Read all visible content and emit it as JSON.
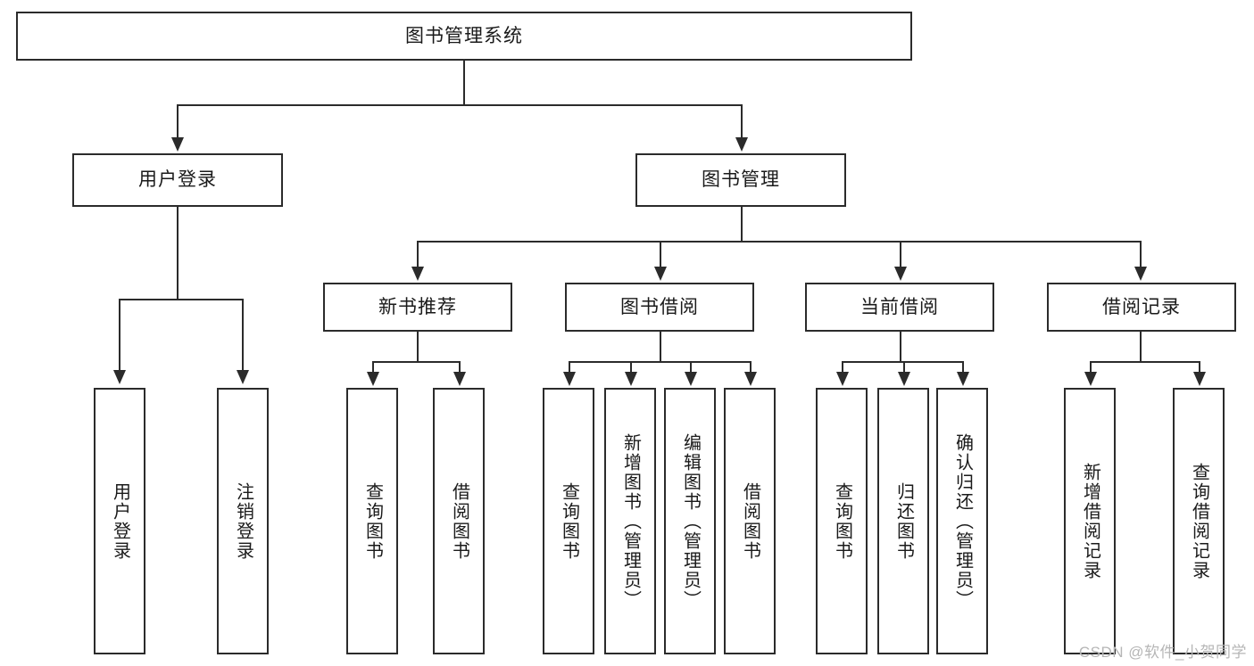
{
  "diagram": {
    "title_node": {
      "label": "图书管理系统"
    },
    "level2": [
      {
        "id": "user-login",
        "label": "用户登录"
      },
      {
        "id": "book-management",
        "label": "图书管理"
      }
    ],
    "level3": [
      {
        "id": "new-book-recommend",
        "label": "新书推荐"
      },
      {
        "id": "book-borrow",
        "label": "图书借阅"
      },
      {
        "id": "current-borrow",
        "label": "当前借阅"
      },
      {
        "id": "borrow-record",
        "label": "借阅记录"
      }
    ],
    "leaves": [
      {
        "id": "leaf-user-login",
        "label": "用户登录",
        "parent": "user-login"
      },
      {
        "id": "leaf-logout-login",
        "label": "注销登录",
        "parent": "user-login"
      },
      {
        "id": "leaf-query-book-1",
        "label": "查询图书",
        "parent": "new-book-recommend"
      },
      {
        "id": "leaf-borrow-book-1",
        "label": "借阅图书",
        "parent": "new-book-recommend"
      },
      {
        "id": "leaf-query-book-2",
        "label": "查询图书",
        "parent": "book-borrow"
      },
      {
        "id": "leaf-add-book",
        "label": "新增图书（管理员）",
        "parent": "book-borrow"
      },
      {
        "id": "leaf-edit-book",
        "label": "编辑图书（管理员）",
        "parent": "book-borrow"
      },
      {
        "id": "leaf-borrow-book-2",
        "label": "借阅图书",
        "parent": "book-borrow"
      },
      {
        "id": "leaf-query-book-3",
        "label": "查询图书",
        "parent": "current-borrow"
      },
      {
        "id": "leaf-return-book",
        "label": "归还图书",
        "parent": "current-borrow"
      },
      {
        "id": "leaf-confirm-return",
        "label": "确认归还（管理员）",
        "parent": "current-borrow"
      },
      {
        "id": "leaf-add-record",
        "label": "新增借阅记录",
        "parent": "borrow-record"
      },
      {
        "id": "leaf-query-record",
        "label": "查询借阅记录",
        "parent": "borrow-record"
      }
    ],
    "watermark": "CSDN @软件_小贺同学",
    "colors": {
      "stroke": "#2b2b2b",
      "fill": "#ffffff",
      "text": "#1a1a1a",
      "watermark": "#b6b6b6"
    }
  }
}
